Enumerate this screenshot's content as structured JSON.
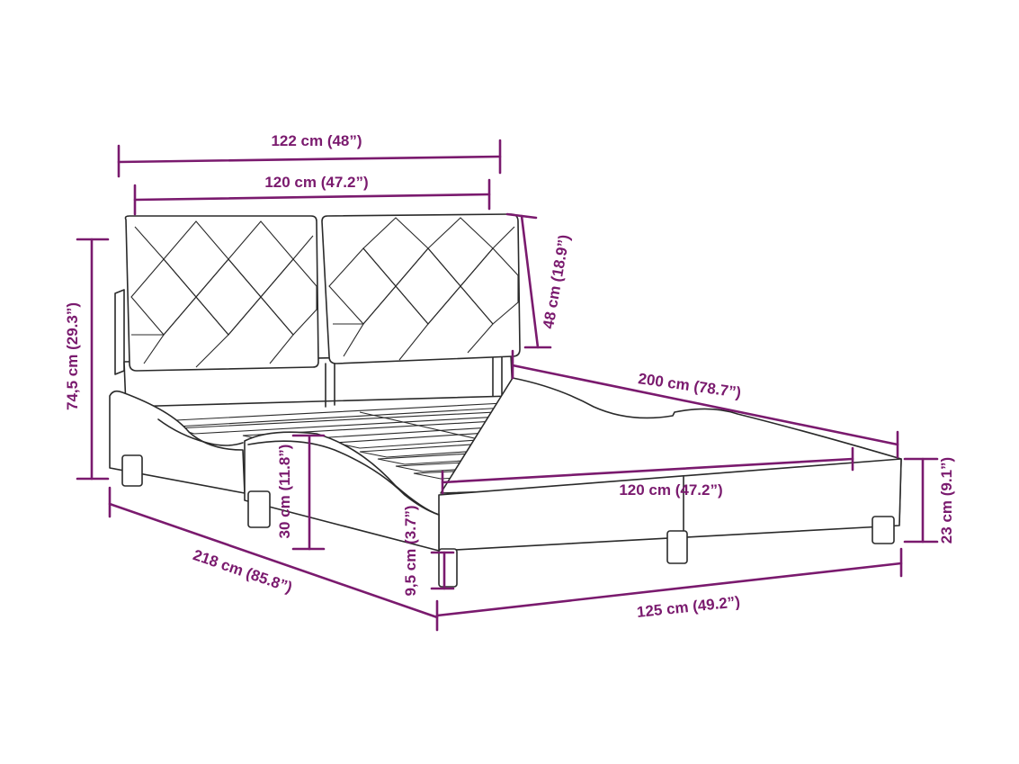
{
  "accent_color": "#7a1a6e",
  "line_color": "#2a2a2a",
  "dimensions": {
    "total_width": "122 cm (48”)",
    "headboard_width": "120 cm (47.2”)",
    "headboard_cushion_height": "48 cm (18.9”)",
    "total_height": "74,5 cm (29.3”)",
    "mattress_length": "200 cm (78.7”)",
    "side_height": "30 cm (11.8”)",
    "frame_height": "23 cm (9.1”)",
    "mattress_width": "120 cm (47.2”)",
    "leg_height_clearance": "9,5 cm (3.7”)",
    "total_length": "218 cm (85.8”)",
    "outer_width": "125 cm (49.2”)"
  }
}
